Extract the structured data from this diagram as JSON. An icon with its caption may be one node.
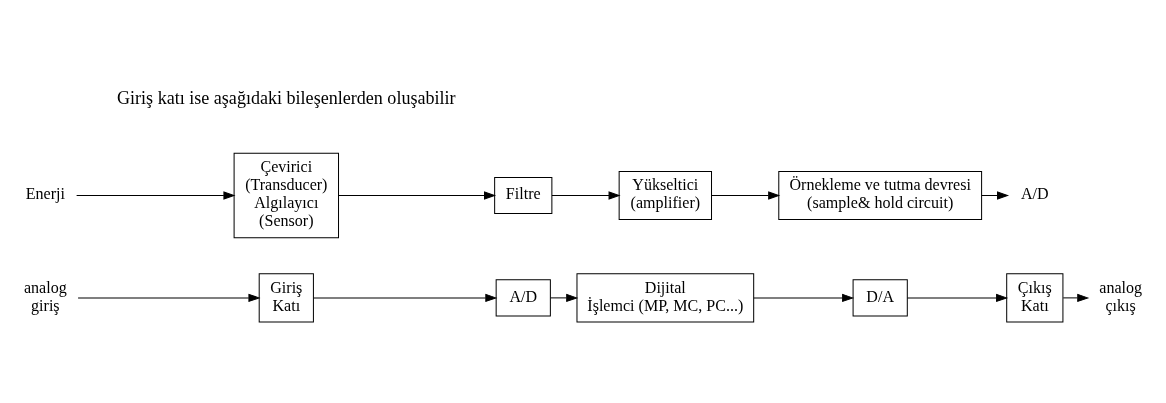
{
  "diagram": {
    "nodes": [
      {
        "text": [
          "analog giriş"
        ]
      },
      {
        "text": [
          "Giriş Katı"
        ]
      },
      {
        "text": [
          "A/D"
        ]
      },
      {
        "text": [
          "Dijital İşlemci (MP, MC, PC...)"
        ]
      },
      {
        "text": [
          "D/A"
        ]
      },
      {
        "text": [
          "Çıkış Katı"
        ]
      },
      {
        "text": [
          "analog çıkış"
        ]
      },
      {
        "text": [
          "Enerji"
        ]
      },
      {
        "text": [
          "Çevirici (Transducer) Algılayıcı (Sensor)"
        ]
      },
      {
        "text": [
          "Filtre"
        ]
      },
      {
        "text": [
          "Yükseltici (amplifier)"
        ]
      },
      {
        "text": [
          "Örnekleme ve tutma devresi (sample& hold circuit)"
        ]
      },
      {
        "text": [
          "A/D"
        ]
      }
    ],
    "edges": [
      {
        "from": 0,
        "to": 1,
        "arrow": "to"
      },
      {
        "from": 1,
        "to": 2,
        "arrow": "to"
      },
      {
        "from": 2,
        "to": 3,
        "arrow": "to"
      },
      {
        "from": 3,
        "to": 4,
        "arrow": "to"
      },
      {
        "from": 4,
        "to": 5,
        "arrow": "to"
      },
      {
        "from": 5,
        "to": 6,
        "arrow": "to"
      },
      {
        "from": 7,
        "to": 8,
        "arrow": "to"
      },
      {
        "from": 8,
        "to": 9,
        "arrow": "to"
      },
      {
        "from": 9,
        "to": 10,
        "arrow": "to"
      },
      {
        "from": 10,
        "to": 11,
        "arrow": "to"
      },
      {
        "from": 11,
        "to": 12,
        "arrow": "to"
      }
    ],
    "labels": [
      "Giriş katı ise aşağıdaki bileşenlerden oluşabilir"
    ]
  }
}
